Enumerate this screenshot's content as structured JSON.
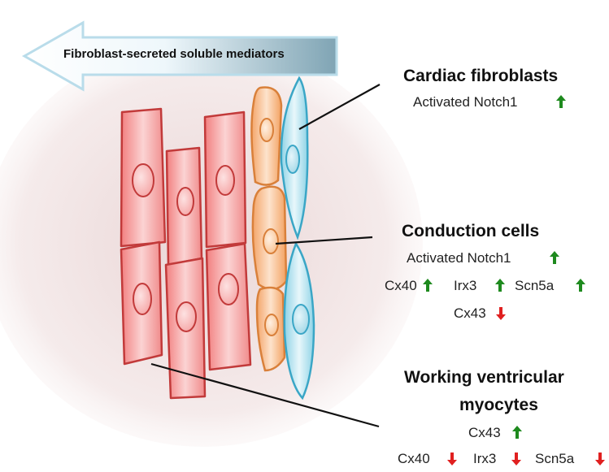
{
  "arrow": {
    "label": "Fibroblast-secreted soluble mediators"
  },
  "sections": {
    "fibroblasts": {
      "title": "Cardiac fibroblasts",
      "items": [
        {
          "text": "Activated Notch1",
          "direction": "up"
        }
      ]
    },
    "conduction": {
      "title": "Conduction cells",
      "items": [
        {
          "text": "Activated Notch1",
          "direction": "up"
        },
        {
          "text": "Cx40",
          "direction": "up"
        },
        {
          "text": "Irx3",
          "direction": "up"
        },
        {
          "text": "Scn5a",
          "direction": "up"
        },
        {
          "text": "Cx43",
          "direction": "down"
        }
      ]
    },
    "ventricular": {
      "title_line1": "Working ventricular",
      "title_line2": "myocytes",
      "items": [
        {
          "text": "Cx43",
          "direction": "up"
        },
        {
          "text": "Cx40",
          "direction": "down"
        },
        {
          "text": "Irx3",
          "direction": "down"
        },
        {
          "text": "Scn5a",
          "direction": "down"
        }
      ]
    }
  },
  "colors": {
    "up_arrow": "#1e8a1e",
    "down_arrow": "#e02020",
    "myocyte_fill": "#f08c8c",
    "myocyte_stroke": "#c23a3a",
    "conduction_fill": "#f6b27a",
    "conduction_stroke": "#d9803a",
    "fibroblast_fill": "#aee0ee",
    "fibroblast_stroke": "#3aa6c6"
  }
}
